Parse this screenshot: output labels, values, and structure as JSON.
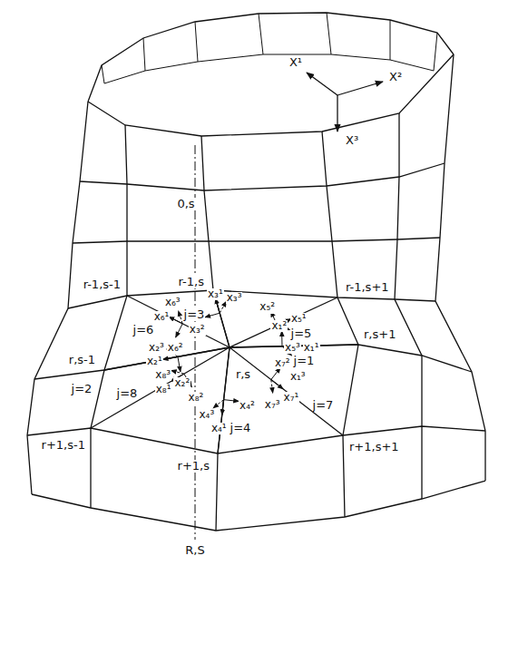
{
  "diagram": {
    "labels": [
      "X¹",
      "X²",
      "X³",
      "0,s",
      "r-1,s-1",
      "r-1,s",
      "r-1,s+1",
      "j=6",
      "j=3",
      "j=5",
      "r,s-1",
      "j=2",
      "r,s",
      "j=1",
      "r,s+1",
      "j=8",
      "j=4",
      "j=7",
      "r+1,s-1",
      "r+1,s",
      "r+1,s+1",
      "R,S",
      "x₁¹",
      "x₁²",
      "x₁³",
      "x₂¹",
      "x₂²",
      "x₂³",
      "x₃¹",
      "x₃²",
      "x₃³",
      "x₄¹",
      "x₄²",
      "x₄³",
      "x₅¹",
      "x₅²",
      "x₅³",
      "x₆¹",
      "x₆²",
      "x₆³",
      "x₇¹",
      "x₇²",
      "x₇³",
      "x₈¹",
      "x₈²",
      "x₈³"
    ]
  }
}
